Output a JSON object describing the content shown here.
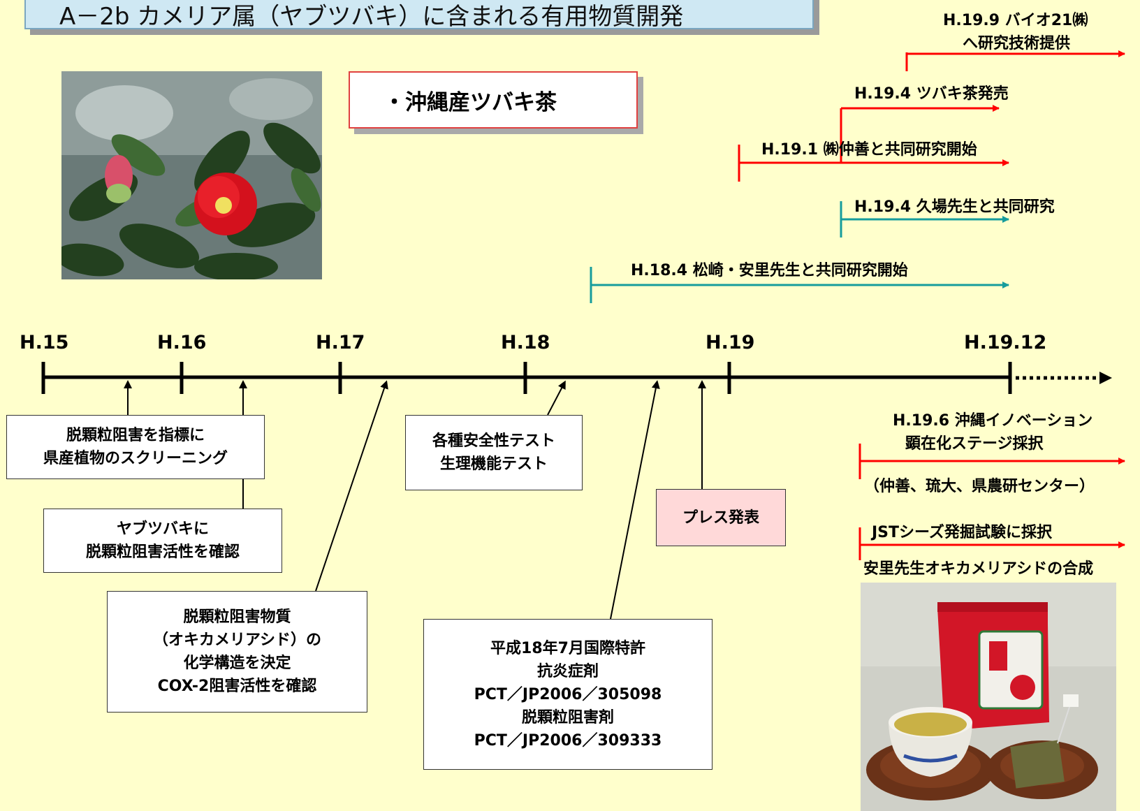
{
  "title": "A－2b カメリア属（ヤブツバキ）に含まれる有用物質開発",
  "tea_label": "・沖縄産ツバキ茶",
  "colors": {
    "red": "#ff0000",
    "teal": "#169c9c",
    "timeline": "#000000",
    "title_bg": "#cfe8f3",
    "page_bg": "#ffffcc",
    "press_bg": "#ffd9d9"
  },
  "events": {
    "e1_line1": "H.19.9 バイオ21㈱",
    "e1_line2": "へ研究技術提供",
    "e2": "H.19.4 ツバキ茶発売",
    "e3": "H.19.1 ㈱仲善と共同研究開始",
    "e4": "H.19.4 久場先生と共同研究",
    "e5": "H.18.4 松崎・安里先生と共同研究開始",
    "e6_line1": "H.19.6 沖縄イノベーション",
    "e6_line2": "顕在化ステージ採択",
    "e6_line3": "（仲善、琉大、県農研センター）",
    "e7_line1": "JSTシーズ発掘試験に採択",
    "e7_line2": "安里先生オキカメリアシドの合成"
  },
  "timeline_years": [
    "H.15",
    "H.16",
    "H.17",
    "H.18",
    "H.19",
    "H.19.12"
  ],
  "boxes": {
    "screening": [
      "脱顆粒阻害を指標に",
      "県産植物のスクリーニング"
    ],
    "yabutsubaki": [
      "ヤブツバキに",
      "脱顆粒阻害活性を確認"
    ],
    "structure": [
      "脱顆粒阻害物質",
      "（オキカメリアシド）の",
      "化学構造を決定",
      "COX-2阻害活性を確認"
    ],
    "safety": [
      "各種安全性テスト",
      "生理機能テスト"
    ],
    "press": "プレス発表",
    "patent": [
      "平成18年7月国際特許",
      "抗炎症剤",
      "PCT／JP2006／305098",
      "脱顆粒阻害剤",
      "PCT／JP2006／309333"
    ]
  },
  "photos": {
    "camellia": "camellia-photo",
    "tea": "tea-product-photo"
  }
}
